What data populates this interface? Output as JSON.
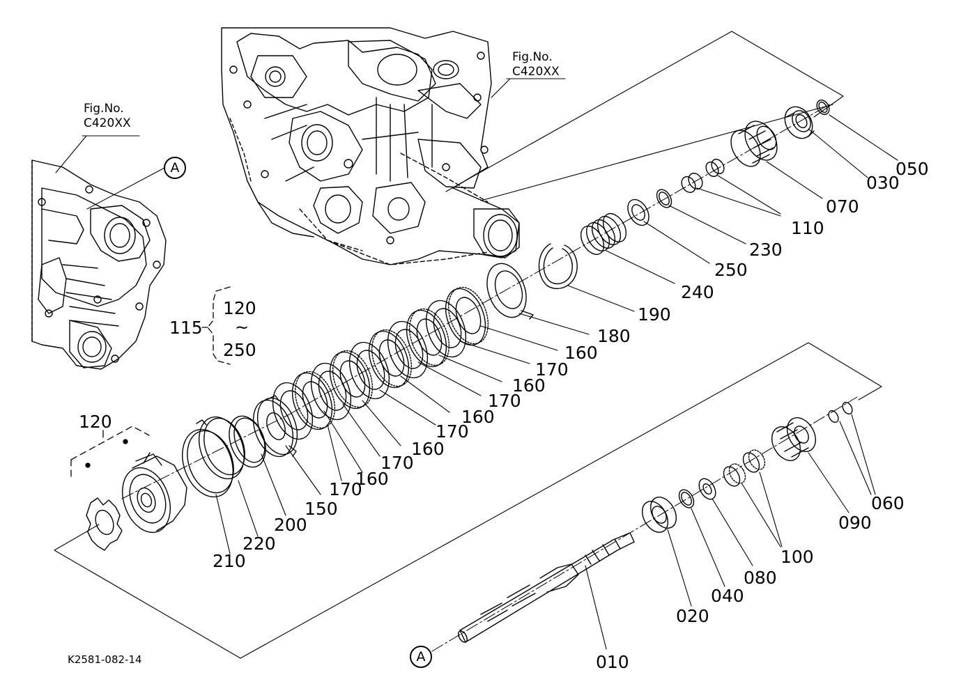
{
  "figure_refs": [
    {
      "line1": "Fig.No.",
      "line2": "C420XX"
    },
    {
      "line1": "Fig.No.",
      "line2": "C420XX"
    }
  ],
  "callouts": {
    "a_top": "A",
    "a_bottom": "A"
  },
  "group": {
    "number": "115",
    "range_start": "120",
    "range_end": "250",
    "range_sep": "~"
  },
  "parts": {
    "p010": "010",
    "p020": "020",
    "p030": "030",
    "p040": "040",
    "p050": "050",
    "p060": "060",
    "p070": "070",
    "p080": "080",
    "p090": "090",
    "p100": "100",
    "p110": "110",
    "p120": "120",
    "p150": "150",
    "p160a": "160",
    "p160b": "160",
    "p160c": "160",
    "p160d": "160",
    "p160e": "160",
    "p170a": "170",
    "p170b": "170",
    "p170c": "170",
    "p170d": "170",
    "p170e": "170",
    "p180": "180",
    "p190": "190",
    "p200": "200",
    "p210": "210",
    "p220": "220",
    "p230": "230",
    "p240": "240",
    "p250": "250"
  },
  "drawing_code": "K2581-082-14"
}
